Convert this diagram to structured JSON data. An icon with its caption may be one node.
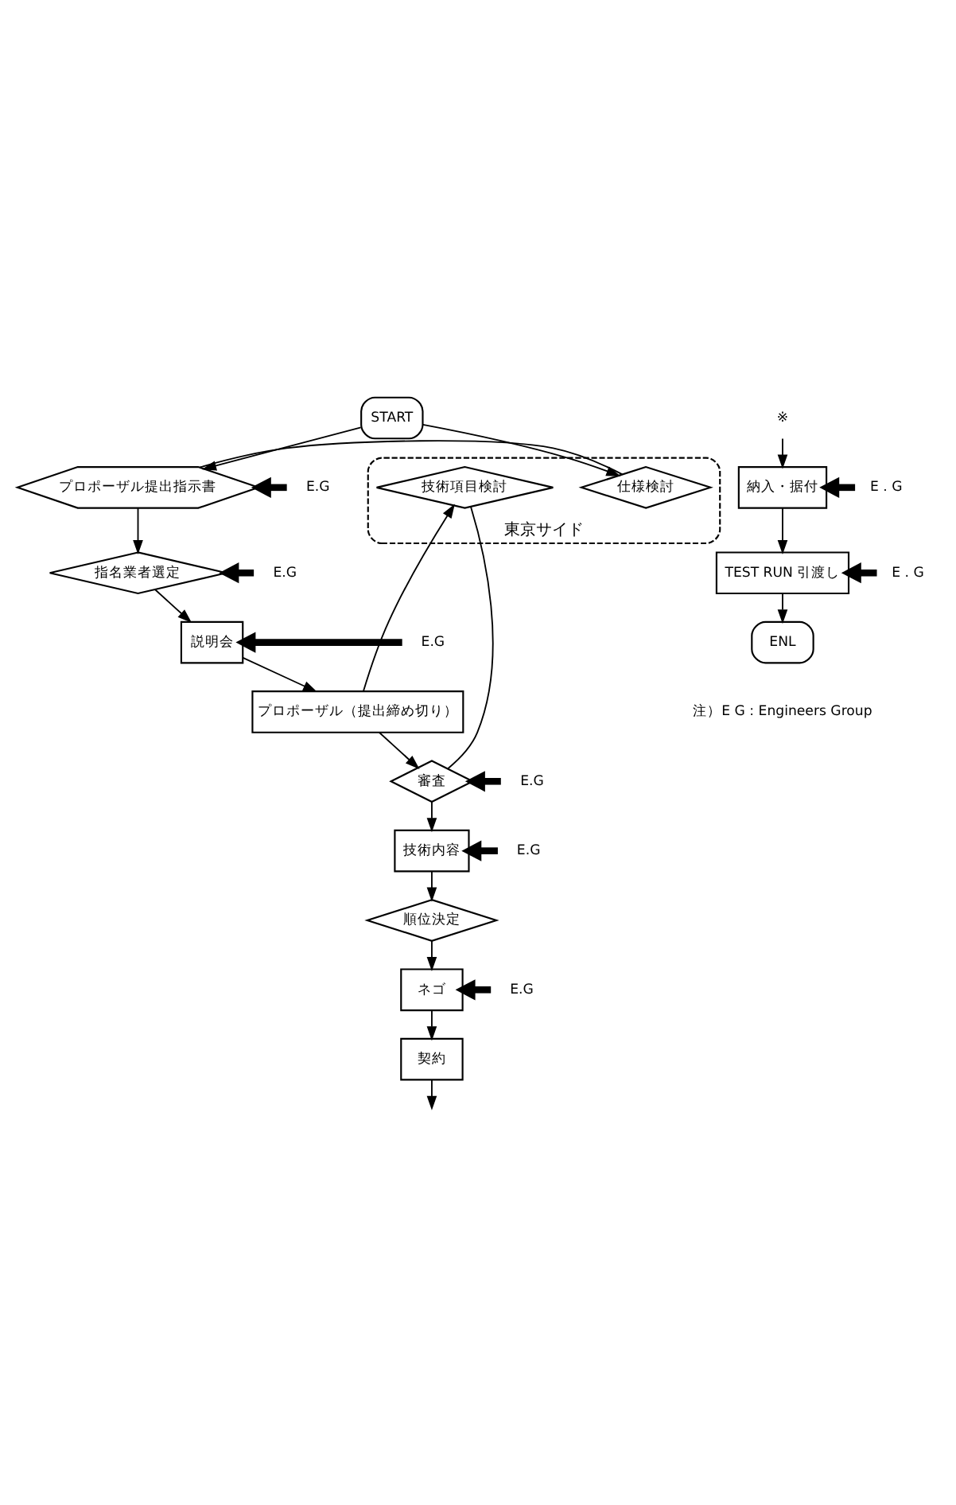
{
  "diagram": {
    "nodes": [
      {
        "text": [
          "START"
        ]
      },
      {
        "text": [
          "プロポーザル提出指示書"
        ]
      },
      {
        "text": [
          "E.G"
        ]
      },
      {
        "text": [
          "東京サイド"
        ]
      },
      {
        "text": [
          "仕様検討"
        ],
        "in": 3
      },
      {
        "text": [
          "指名業者選定"
        ]
      },
      {
        "text": [
          "E.G"
        ]
      },
      {
        "text": [
          "説明会"
        ]
      },
      {
        "text": [
          "E.G"
        ]
      },
      {
        "text": [
          "プロポーザル（提出締め切り）"
        ]
      },
      {
        "text": [
          "審査"
        ]
      },
      {
        "text": [
          "E.G"
        ]
      },
      {
        "text": [
          "技術項目検討"
        ],
        "in": 3
      },
      {
        "text": [
          "技術内容"
        ]
      },
      {
        "text": [
          "E.G"
        ]
      },
      {
        "text": [
          "順位決定"
        ]
      },
      {
        "text": [
          "ネゴ"
        ]
      },
      {
        "text": [
          "E.G"
        ]
      },
      {
        "text": [
          "契約"
        ]
      },
      {
        "text": [
          "※"
        ]
      },
      {
        "text": [
          "納入・据付"
        ]
      },
      {
        "text": [
          "E . G"
        ]
      },
      {
        "text": [
          "TEST RUN 引渡し"
        ]
      },
      {
        "text": [
          "E . G"
        ]
      },
      {
        "text": [
          "ENL"
        ]
      }
    ],
    "edges": [
      {
        "from": 0,
        "to": 1,
        "arrow": "to"
      },
      {
        "from": 0,
        "to": 4,
        "arrow": "to"
      },
      {
        "from": 4,
        "to": 1,
        "arrow": "none"
      },
      {
        "from": 2,
        "to": 1,
        "arrow": "to",
        "style": "thick"
      },
      {
        "from": 1,
        "to": 5,
        "arrow": "to"
      },
      {
        "from": 6,
        "to": 5,
        "arrow": "to",
        "style": "thick"
      },
      {
        "from": 5,
        "to": 7,
        "arrow": "to"
      },
      {
        "from": 8,
        "to": 7,
        "arrow": "to",
        "style": "thick"
      },
      {
        "from": 7,
        "to": 9,
        "arrow": "to"
      },
      {
        "from": 9,
        "to": 10,
        "arrow": "to"
      },
      {
        "from": 9,
        "to": 12,
        "arrow": "to"
      },
      {
        "from": 12,
        "to": 10,
        "arrow": "none"
      },
      {
        "from": 11,
        "to": 10,
        "arrow": "to",
        "style": "thick"
      },
      {
        "from": 10,
        "to": 13,
        "arrow": "to"
      },
      {
        "from": 14,
        "to": 13,
        "arrow": "to",
        "style": "thick"
      },
      {
        "from": 13,
        "to": 15,
        "arrow": "to"
      },
      {
        "from": 15,
        "to": 16,
        "arrow": "to"
      },
      {
        "from": 17,
        "to": 16,
        "arrow": "to",
        "style": "thick"
      },
      {
        "from": 16,
        "to": 18,
        "arrow": "to"
      },
      {
        "from": 18,
        "to": null,
        "arrow": "to"
      },
      {
        "from": 19,
        "to": 20,
        "arrow": "to"
      },
      {
        "from": 21,
        "to": 20,
        "arrow": "to",
        "style": "thick"
      },
      {
        "from": 20,
        "to": 22,
        "arrow": "to"
      },
      {
        "from": 23,
        "to": 22,
        "arrow": "to",
        "style": "thick"
      },
      {
        "from": 22,
        "to": 24,
        "arrow": "to"
      }
    ],
    "labels": [
      "注）E G : Engineers Group"
    ]
  }
}
